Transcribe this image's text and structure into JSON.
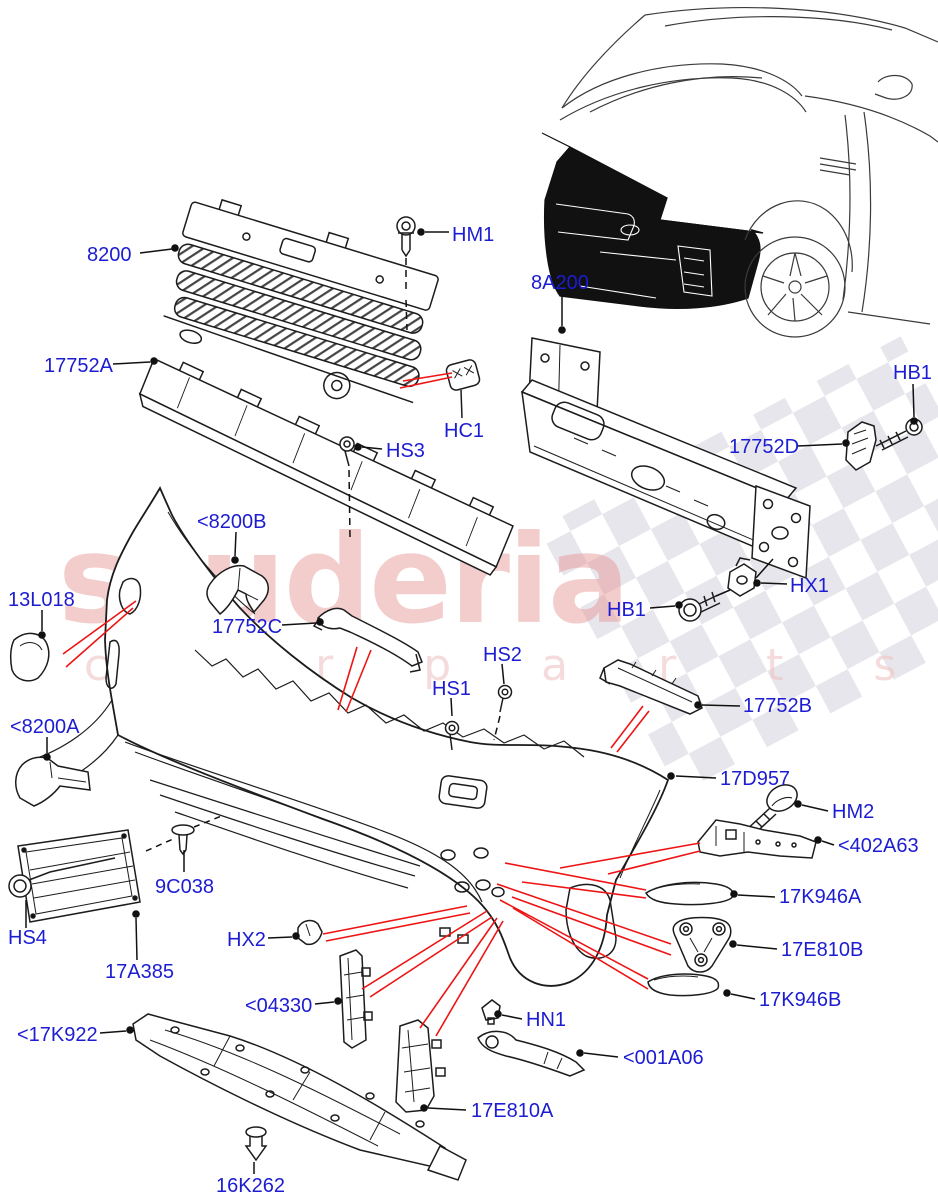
{
  "page": {
    "background": "#ffffff",
    "type": "parts-diagram",
    "subject": "front bumper assembly"
  },
  "watermark": {
    "brand": "scuderia",
    "tagline": "c a r   p a r t s"
  },
  "colors": {
    "label": "#1c1cd2",
    "line": "#111111",
    "red": "#ee1414",
    "art": "#1c1c1c",
    "watermark": "#e89a9a",
    "watermark_sub": "#f0c4c4",
    "checker": "#cdcdd8"
  },
  "parts": [
    {
      "code": "8200"
    },
    {
      "code": "HM1"
    },
    {
      "code": "8A200"
    },
    {
      "code": "17752A"
    },
    {
      "code": "HC1"
    },
    {
      "code": "HS3"
    },
    {
      "code": "HB1"
    },
    {
      "code": "17752D"
    },
    {
      "code": "HX1"
    },
    {
      "code": "HB1"
    },
    {
      "code": "<8200B"
    },
    {
      "code": "17752C"
    },
    {
      "code": "13L018"
    },
    {
      "code": "HS2"
    },
    {
      "code": "HS1"
    },
    {
      "code": "17752B"
    },
    {
      "code": "<8200A"
    },
    {
      "code": "17D957"
    },
    {
      "code": "HM2"
    },
    {
      "code": "<402A63"
    },
    {
      "code": "17K946A"
    },
    {
      "code": "17E810B"
    },
    {
      "code": "17K946B"
    },
    {
      "code": "HS4"
    },
    {
      "code": "9C038"
    },
    {
      "code": "17A385"
    },
    {
      "code": "HX2"
    },
    {
      "code": "<04330"
    },
    {
      "code": "<17K922"
    },
    {
      "code": "HN1"
    },
    {
      "code": "<001A06"
    },
    {
      "code": "17E810A"
    },
    {
      "code": "16K262"
    }
  ]
}
